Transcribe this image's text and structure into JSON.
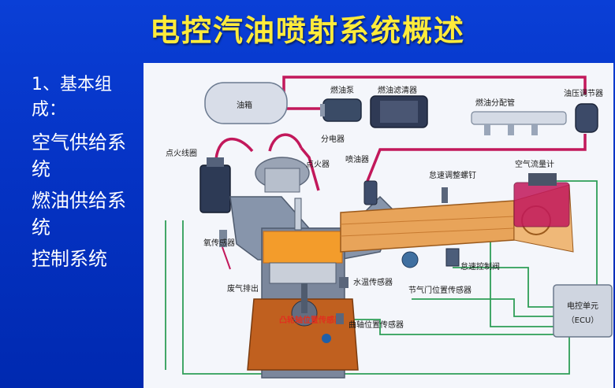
{
  "title": "电控汽油喷射系统概述",
  "left_list": {
    "heading": "1、基本组成：",
    "items": [
      "空气供给系统",
      "燃油供给系统",
      "控制系统"
    ]
  },
  "diagram": {
    "labels": {
      "fuel_tank": "油箱",
      "fuel_pump": "燃油泵",
      "fuel_filter": "燃油滤清器",
      "fuel_rail": "燃油分配管",
      "pressure_regulator": "油压调节器",
      "ignition_coil": "点火线圈",
      "distributor": "分电器",
      "spark_plug": "点火器",
      "injector": "喷油器",
      "idle_screw": "怠速调整螺钉",
      "air_flow_meter": "空气流量计",
      "oxygen_sensor": "氧传感器",
      "exhaust": "废气排出",
      "coolant_temp_sensor": "水温传感器",
      "throttle_sensor": "节气门位置传感器",
      "idle_valve": "怠速控制阀",
      "cam_sensor": "凸轮轴位置传感器",
      "crank_sensor": "曲轴位置传感器",
      "ecu_line1": "电控单元",
      "ecu_line2": "（ECU）"
    },
    "colors": {
      "fuel_line": "#c2185b",
      "signal_line": "#2e9e57",
      "engine_block": "#7a8aa0",
      "combustion": "#f39c2b",
      "cylinder_fill": "#c0601f",
      "intake": "#e8a45a"
    }
  }
}
